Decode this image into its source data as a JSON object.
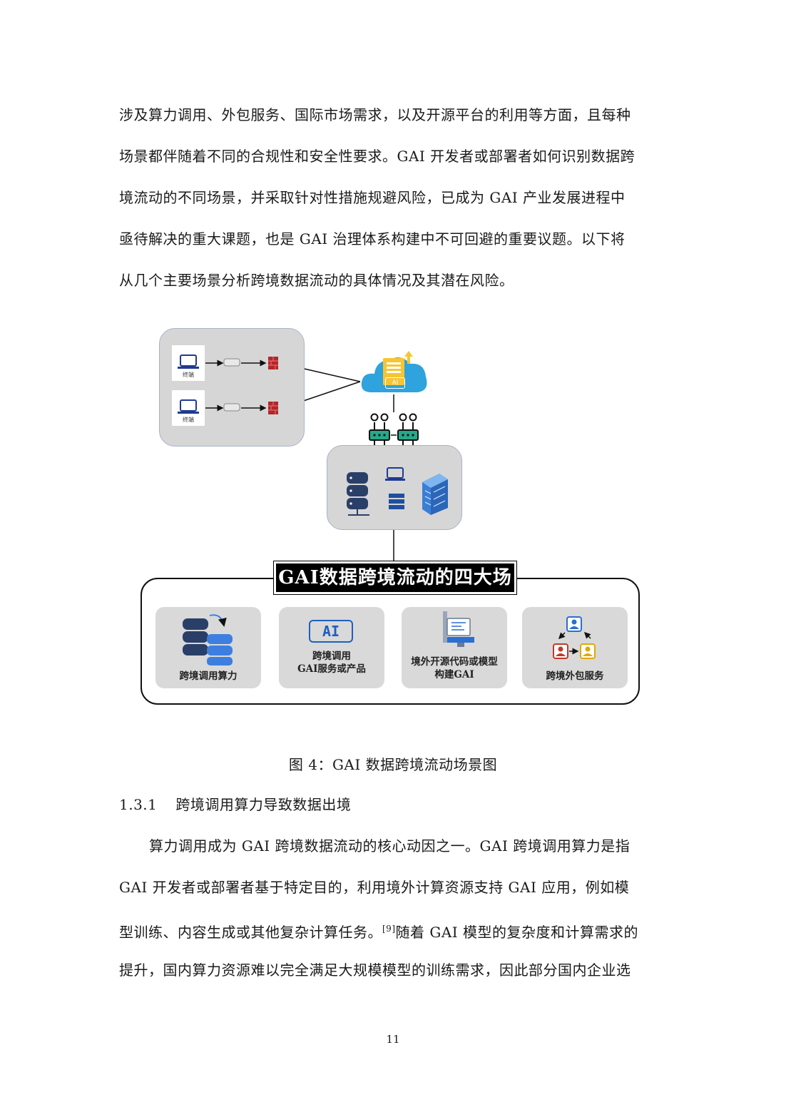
{
  "intro_paragraph": {
    "lines": [
      "涉及算力调用、外包服务、国际市场需求，以及开源平台的利用等方面，且每种",
      "场景都伴随着不同的合规性和安全性要求。GAI 开发者或部署者如何识别数据跨",
      "境流动的不同场景，并采取针对性措施规避风险，已成为 GAI 产业发展进程中",
      "亟待解决的重大课题，也是 GAI 治理体系构建中不可回避的重要议题。以下将",
      "从几个主要场景分析跨境数据流动的具体情况及其潜在风险。"
    ]
  },
  "figure": {
    "terminal_label_1": "终端",
    "terminal_label_2": "终端",
    "cloud_badge": "AI",
    "banner_title": "GAI数据跨境流动的四大场景",
    "cards": [
      {
        "line1": "跨境调用算力",
        "line2": ""
      },
      {
        "line1": "跨境调用",
        "line2": "GAI服务或产品",
        "icon_text": "AI"
      },
      {
        "line1": "境外开源代码或模型",
        "line2": "构建GAI"
      },
      {
        "line1": "跨境外包服务",
        "line2": ""
      }
    ],
    "caption": "图 4：GAI 数据跨境流动场景图"
  },
  "section": {
    "number": "1.3.1",
    "title": "跨境调用算力导致数据出境"
  },
  "body_paragraph": {
    "line1": "算力调用成为 GAI 跨境数据流动的核心动因之一。GAI 跨境调用算力是指",
    "line2": "GAI 开发者或部署者基于特定目的，利用境外计算资源支持 GAI 应用，例如模",
    "line3_before": "型训练、内容生成或其他复杂计算任务。",
    "line3_citation": "[9]",
    "line3_after": "随着 GAI 模型的复杂度和计算需求的",
    "line4": "提升，国内算力资源难以完全满足大规模模型的训练需求，因此部分国内企业选"
  },
  "page_number": "11"
}
